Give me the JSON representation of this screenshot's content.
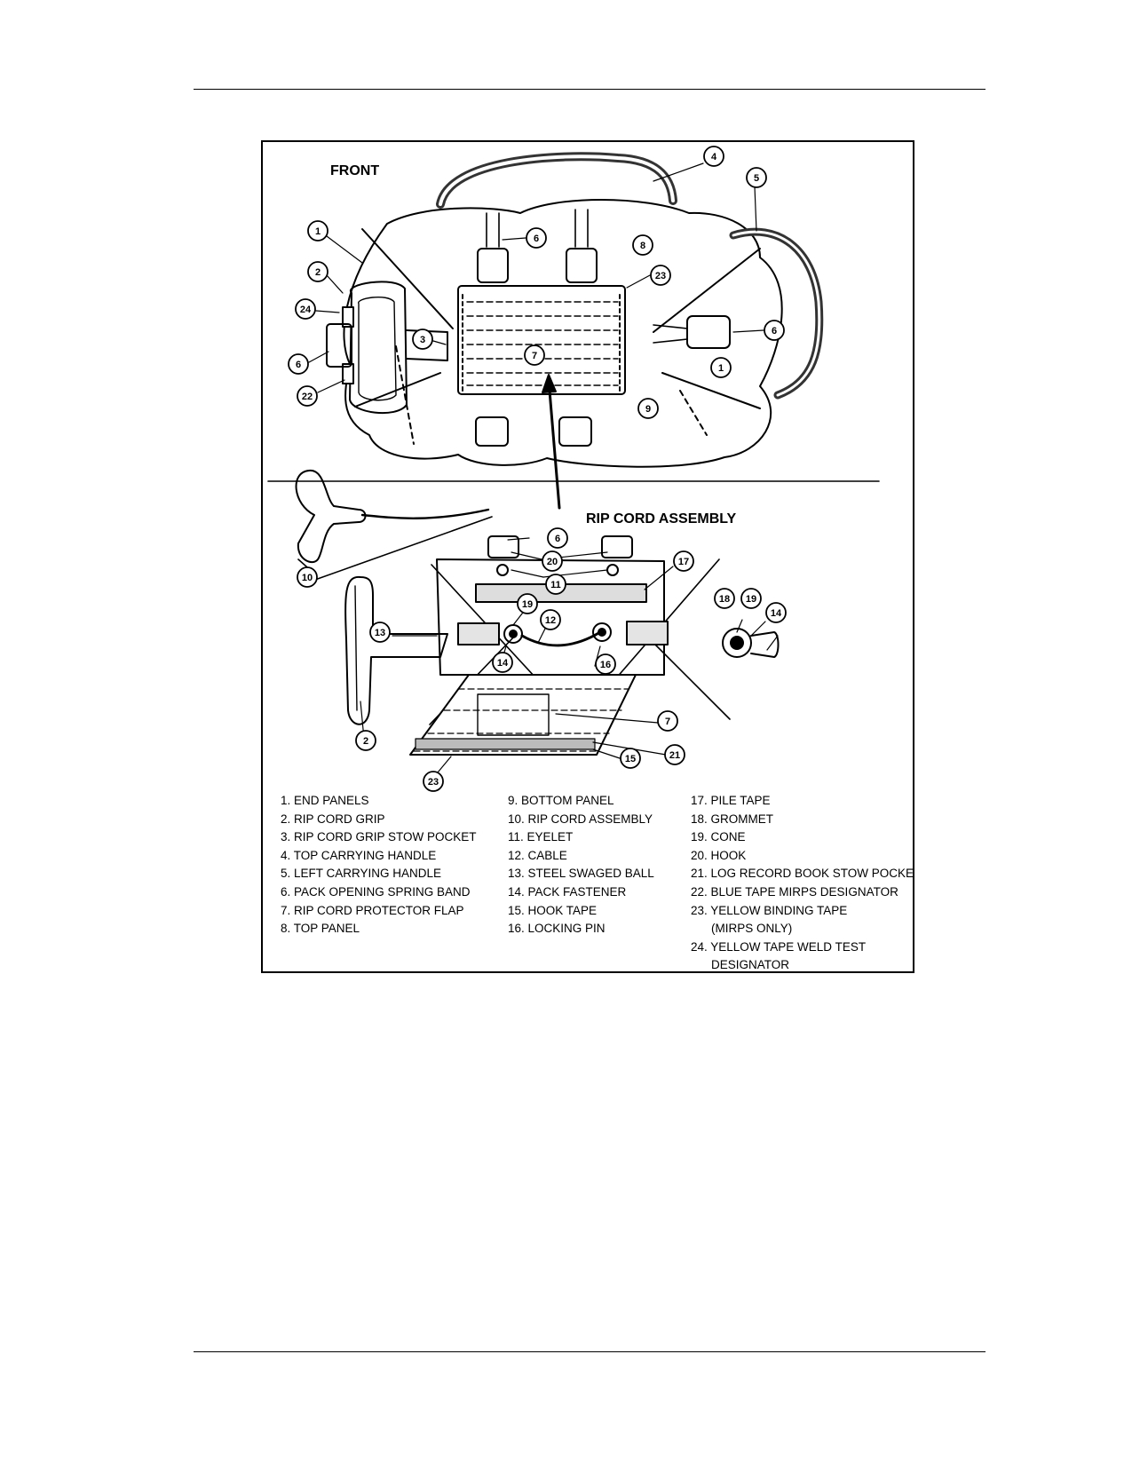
{
  "figure": {
    "front_label": "FRONT",
    "ripcord_label": "RIP CORD ASSEMBLY",
    "callouts": [
      "1",
      "2",
      "24",
      "6",
      "22",
      "3",
      "7",
      "4",
      "5",
      "8",
      "23",
      "6",
      "1",
      "9",
      "10",
      "6",
      "20",
      "11",
      "17",
      "13",
      "19",
      "12",
      "14",
      "16",
      "18",
      "19",
      "14",
      "7",
      "21",
      "2",
      "15",
      "23"
    ]
  },
  "legend": {
    "col1": [
      "1. END PANELS",
      "2. RIP CORD GRIP",
      "3. RIP CORD GRIP STOW POCKET",
      "4. TOP CARRYING HANDLE",
      "5. LEFT CARRYING HANDLE",
      "6. PACK OPENING SPRING BAND",
      "7. RIP CORD PROTECTOR FLAP",
      "8. TOP PANEL"
    ],
    "col2": [
      "9. BOTTOM PANEL",
      "10. RIP CORD ASSEMBLY",
      "11. EYELET",
      "12. CABLE",
      "13. STEEL SWAGED BALL",
      "14. PACK FASTENER",
      "15. HOOK TAPE",
      "16. LOCKING PIN"
    ],
    "col3": [
      "17. PILE TAPE",
      "18. GROMMET",
      "19. CONE",
      "20. HOOK",
      "21. LOG RECORD BOOK STOW POCKE",
      "22. BLUE TAPE MIRPS DESIGNATOR",
      "23. YELLOW BINDING TAPE",
      "(MIRPS ONLY)",
      "24. YELLOW TAPE WELD TEST",
      "DESIGNATOR"
    ]
  }
}
